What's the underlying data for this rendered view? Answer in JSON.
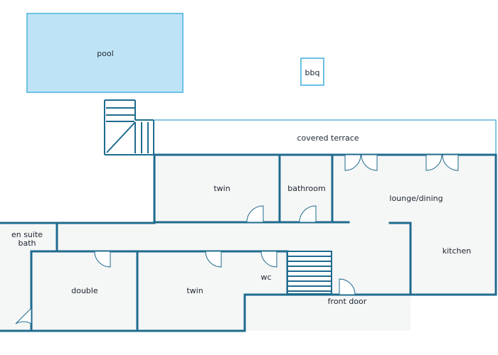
{
  "rooms": {
    "pool": "pool",
    "bbq": "bbq",
    "covered_terrace": "covered terrace",
    "twin_upper": "twin",
    "bathroom": "bathroom",
    "lounge_dining": "lounge/dining",
    "kitchen": "kitchen",
    "en_suite_bath_line1": "en suite",
    "en_suite_bath_line2": "bath",
    "double": "double",
    "twin_lower": "twin",
    "wc": "wc",
    "front_door": "front door"
  },
  "colors": {
    "wall": "#1f6b8e",
    "pool_fill": "#bfe3f6",
    "pool_border": "#6cc1e4",
    "room_fill": "#f5f6f6",
    "terrace_border": "#5bb4d6"
  }
}
